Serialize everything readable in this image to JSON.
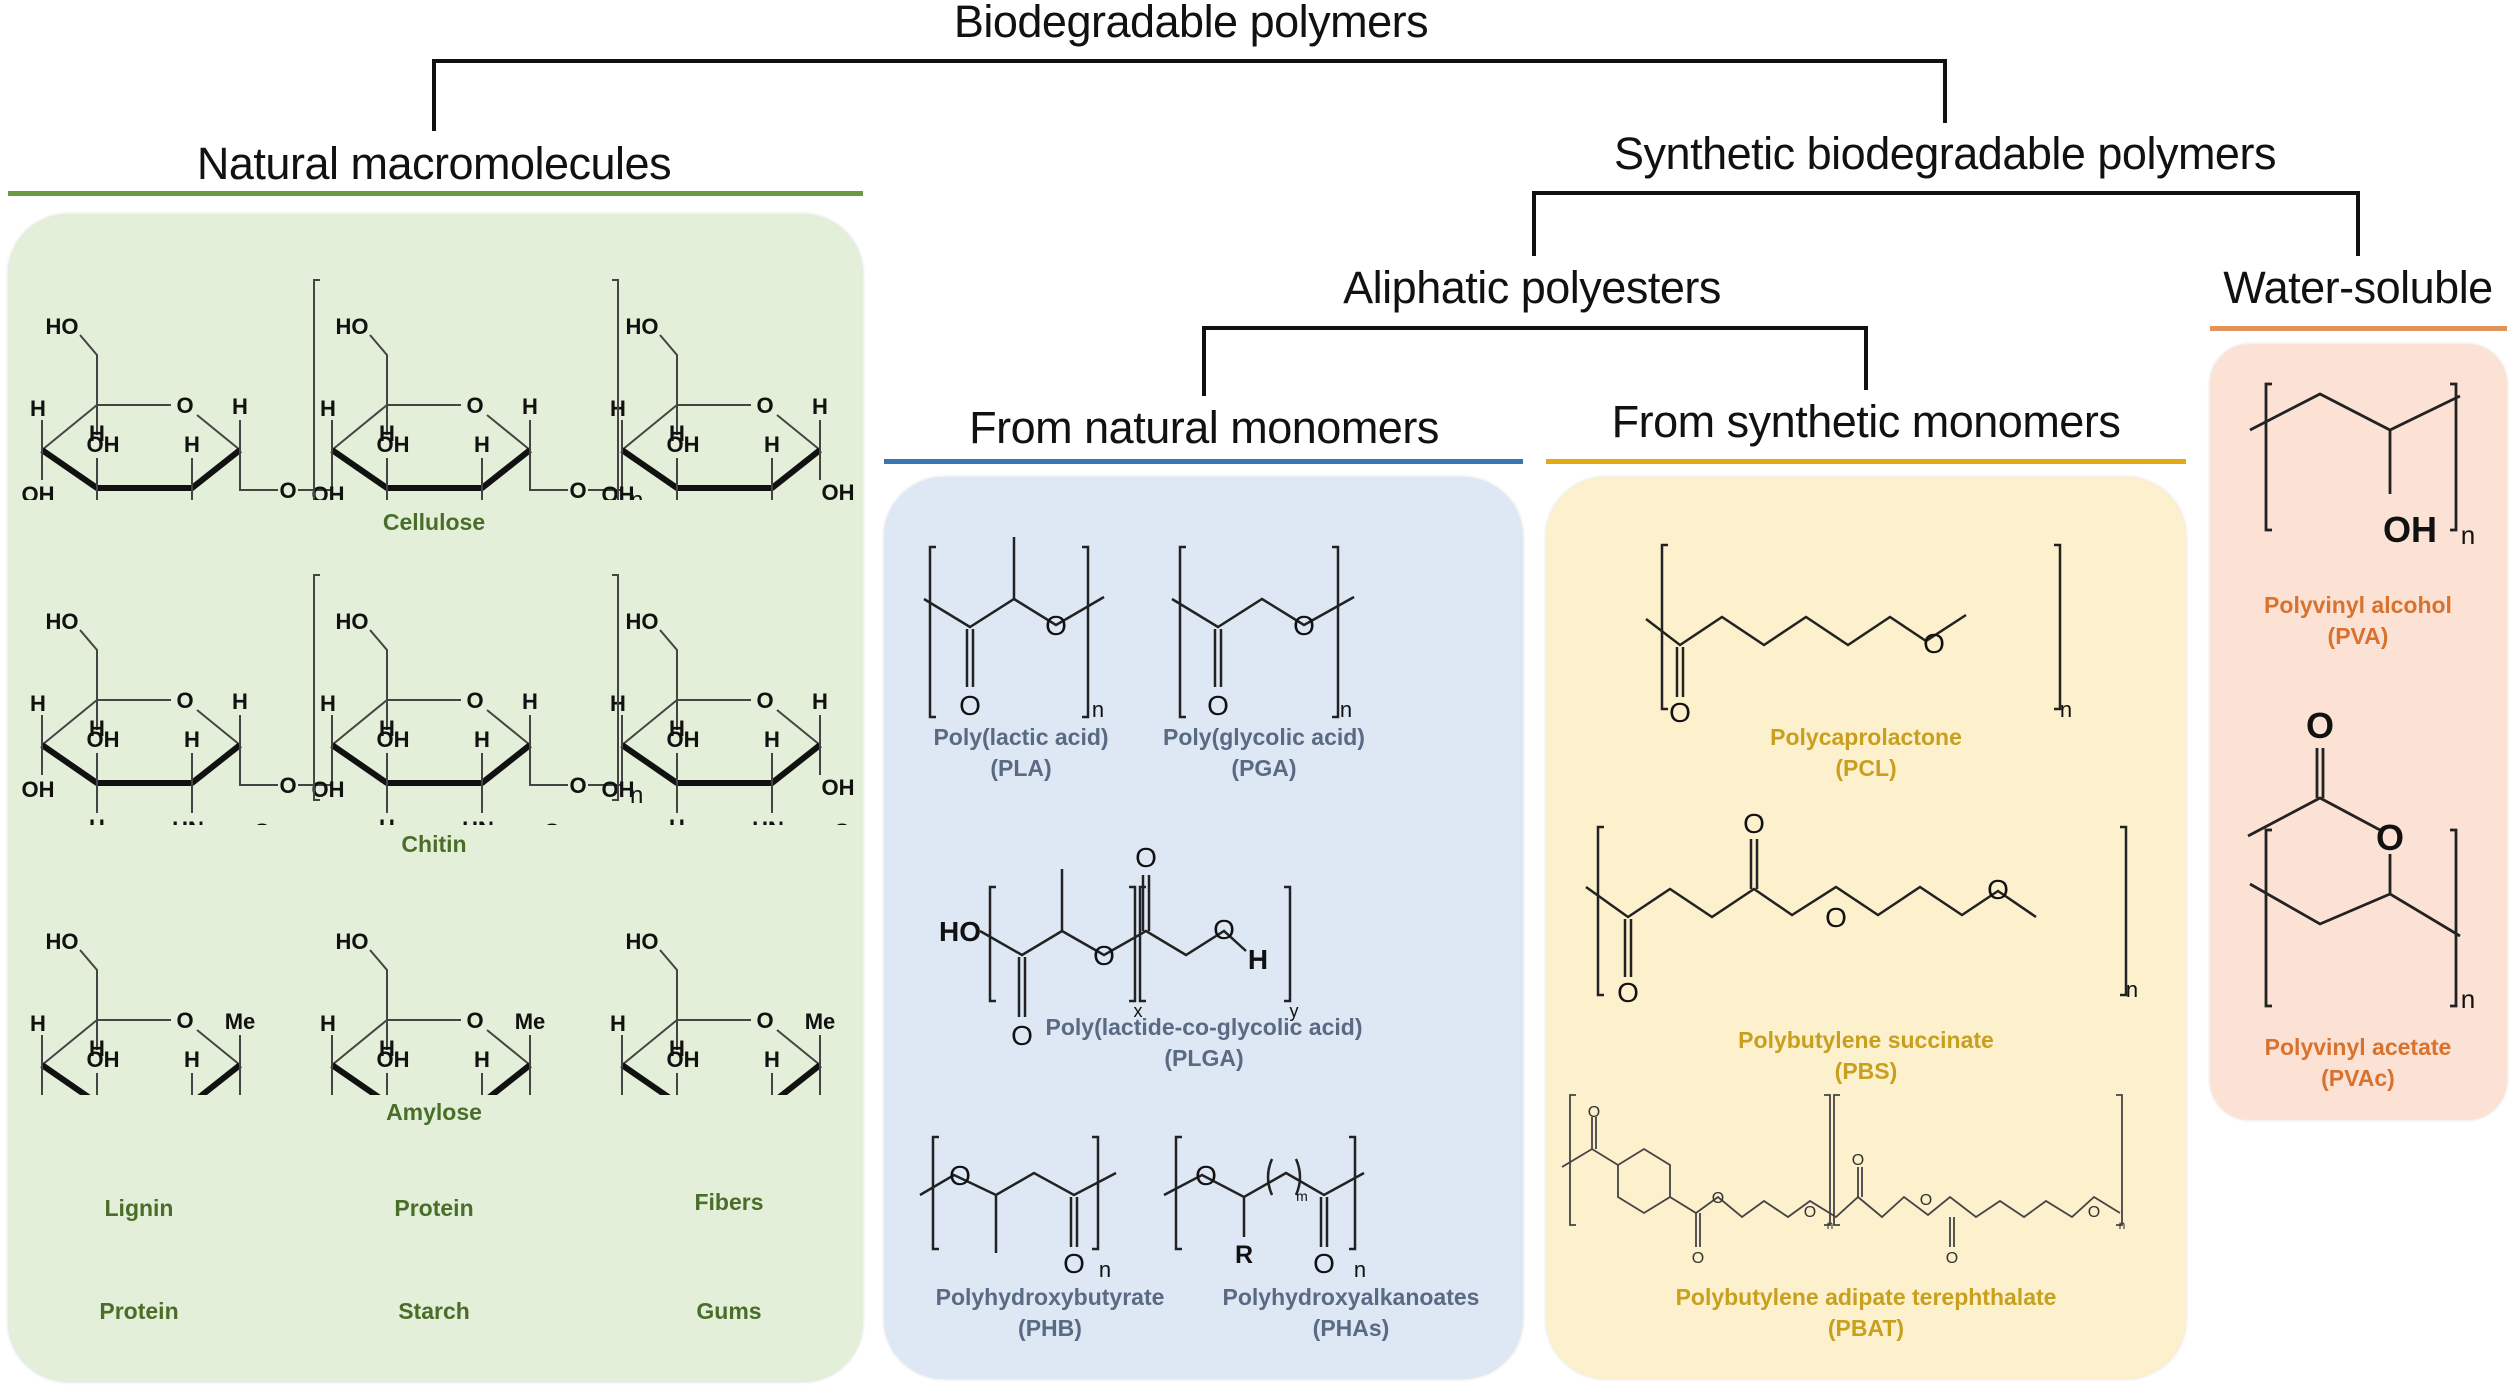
{
  "title": "Biodegradable polymers",
  "branches": {
    "natural": "Natural macromolecules",
    "synthetic": "Synthetic biodegradable polymers",
    "aliphatic": "Aliphatic polyesters",
    "water_soluble": "Water-soluble",
    "from_natural": "From natural monomers",
    "from_synthetic": "From synthetic monomers"
  },
  "colors": {
    "natural_accent": "#6a9a45",
    "natural_panel": "#e3efd8",
    "natural_text": "#4a6e2a",
    "from_natural_accent": "#3b73b5",
    "from_natural_panel": "#dde8f4",
    "from_natural_text": "#5a6a84",
    "from_synthetic_accent": "#e0ab12",
    "from_synthetic_panel": "#fdf0cd",
    "from_synthetic_text": "#c8a01e",
    "water_soluble_accent": "#e3925a",
    "water_soluble_panel": "#fbe2d4",
    "water_soluble_text": "#d9712f"
  },
  "natural_panel": {
    "structures": [
      {
        "name": "Cellulose",
        "anomeric_sub": "H",
        "repeat": "n",
        "amide": false
      },
      {
        "name": "Chitin",
        "anomeric_sub": "H",
        "repeat": "n",
        "amide": true
      },
      {
        "name": "Amylose",
        "anomeric_sub": "Me",
        "repeat": "",
        "amide": false
      }
    ],
    "others": [
      [
        "Lignin",
        "Protein",
        "Fibers"
      ],
      [
        "Protein",
        "Starch",
        "Gums"
      ]
    ]
  },
  "from_natural_panel": {
    "polymers": [
      {
        "name": "Poly(lactic acid)",
        "abbr": "(PLA)"
      },
      {
        "name": "Poly(glycolic acid)",
        "abbr": "(PGA)"
      },
      {
        "name": "Poly(lactide-co-glycolic acid)",
        "abbr": "(PLGA)"
      },
      {
        "name": "Polyhydroxybutyrate",
        "abbr": "(PHB)"
      },
      {
        "name": "Polyhydroxyalkanoates",
        "abbr": "(PHAs)"
      }
    ],
    "atoms": {
      "O": "O",
      "HO": "HO",
      "H": "H",
      "R": "R",
      "n": "n",
      "x": "x",
      "y": "y",
      "m": "m"
    }
  },
  "from_synthetic_panel": {
    "polymers": [
      {
        "name": "Polycaprolactone",
        "abbr": "(PCL)"
      },
      {
        "name": "Polybutylene succinate",
        "abbr": "(PBS)"
      },
      {
        "name": "Polybutylene adipate terephthalate",
        "abbr": "(PBAT)"
      }
    ]
  },
  "water_soluble_panel": {
    "polymers": [
      {
        "name": "Polyvinyl alcohol",
        "abbr": "(PVA)"
      },
      {
        "name": "Polyvinyl acetate",
        "abbr": "(PVAc)"
      }
    ],
    "atoms": {
      "OH": "OH",
      "O": "O",
      "n": "n"
    }
  }
}
